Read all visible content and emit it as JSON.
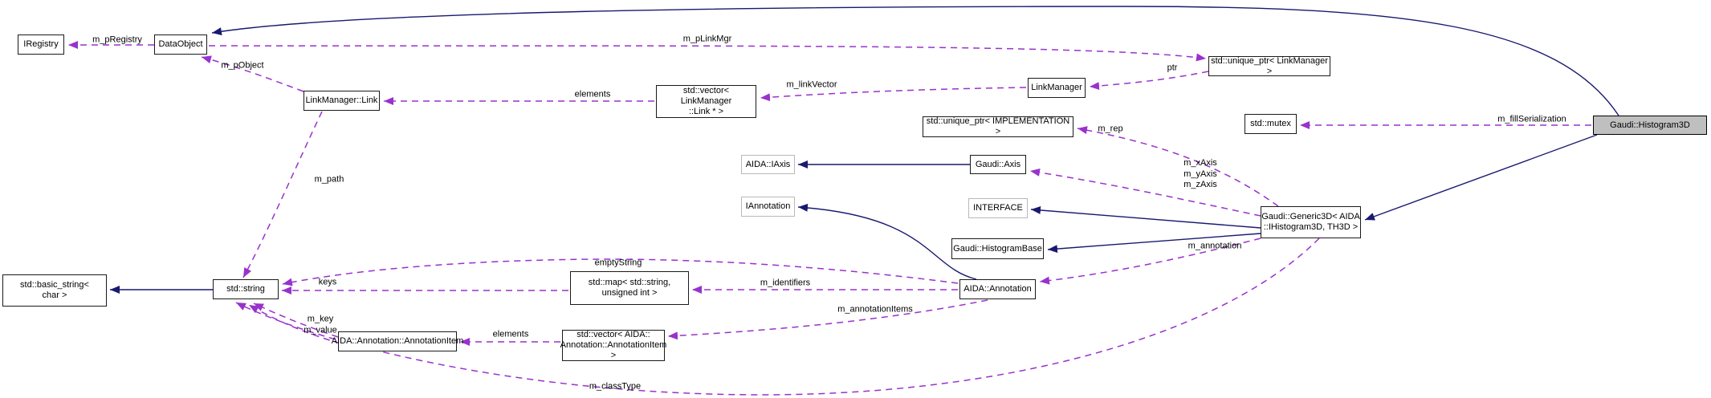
{
  "diagram": {
    "kind": "collaboration-graph",
    "focus_class": "Gaudi::Histogram3D",
    "colors": {
      "inheritance_edge": "#191970",
      "usage_edge": "#9932CC",
      "focus_node_fill": "#bfbfbf",
      "external_node_border": "#b9b9b9",
      "node_border": "#1a1a1a",
      "background": "#ffffff"
    }
  },
  "nodes": [
    {
      "label": "IRegistry"
    },
    {
      "label": "DataObject"
    },
    {
      "label": "LinkManager::Link"
    },
    {
      "label": "std::vector< LinkManager\n::Link * >"
    },
    {
      "label": "LinkManager"
    },
    {
      "label": "std::unique_ptr< LinkManager >"
    },
    {
      "label": "std::mutex"
    },
    {
      "label": "Gaudi::Histogram3D"
    },
    {
      "label": "std::unique_ptr< IMPLEMENTATION >"
    },
    {
      "label": "AIDA::IAxis"
    },
    {
      "label": "Gaudi::Axis"
    },
    {
      "label": "IAnnotation"
    },
    {
      "label": "INTERFACE"
    },
    {
      "label": "Gaudi::HistogramBase"
    },
    {
      "label": "Gaudi::Generic3D< AIDA\n::IHistogram3D, TH3D >"
    },
    {
      "label": "std::basic_string<\nchar >"
    },
    {
      "label": "std::string"
    },
    {
      "label": "std::map< std::string,\nunsigned int >"
    },
    {
      "label": "AIDA::Annotation"
    },
    {
      "label": "AIDA::Annotation::AnnotationItem"
    },
    {
      "label": "std::vector< AIDA::\nAnnotation::AnnotationItem >"
    }
  ],
  "edge_labels": [
    {
      "text": "m_pRegistry"
    },
    {
      "text": "m_pObject"
    },
    {
      "text": "m_pLinkMgr"
    },
    {
      "text": "elements"
    },
    {
      "text": "m_linkVector"
    },
    {
      "text": "ptr"
    },
    {
      "text": "m_fillSerialization"
    },
    {
      "text": "m_rep"
    },
    {
      "text": "m_xAxis\nm_yAxis\nm_zAxis"
    },
    {
      "text": "m_annotation"
    },
    {
      "text": "m_path"
    },
    {
      "text": "emptyString"
    },
    {
      "text": "keys"
    },
    {
      "text": "m_identifiers"
    },
    {
      "text": "m_key\nm_value"
    },
    {
      "text": "elements"
    },
    {
      "text": "m_annotationItems"
    },
    {
      "text": "m_classType"
    }
  ],
  "edges": [
    {
      "from": "DataObject",
      "to": "IRegistry",
      "label": "m_pRegistry",
      "type": "usage"
    },
    {
      "from": "LinkManager::Link",
      "to": "DataObject",
      "label": "m_pObject",
      "type": "usage"
    },
    {
      "from": "DataObject",
      "to": "std::unique_ptr< LinkManager >",
      "label": "m_pLinkMgr",
      "type": "usage"
    },
    {
      "from": "std::vector< LinkManager::Link * >",
      "to": "LinkManager::Link",
      "label": "elements",
      "type": "usage"
    },
    {
      "from": "LinkManager",
      "to": "std::vector< LinkManager::Link * >",
      "label": "m_linkVector",
      "type": "usage"
    },
    {
      "from": "std::unique_ptr< LinkManager >",
      "to": "LinkManager",
      "label": "ptr",
      "type": "usage"
    },
    {
      "from": "Gaudi::Histogram3D",
      "to": "std::mutex",
      "label": "m_fillSerialization",
      "type": "usage"
    },
    {
      "from": "Gaudi::Generic3D< AIDA::IHistogram3D, TH3D >",
      "to": "std::unique_ptr< IMPLEMENTATION >",
      "label": "m_rep",
      "type": "usage"
    },
    {
      "from": "Gaudi::Generic3D< AIDA::IHistogram3D, TH3D >",
      "to": "Gaudi::Axis",
      "label": "m_xAxis m_yAxis m_zAxis",
      "type": "usage"
    },
    {
      "from": "Gaudi::Generic3D< AIDA::IHistogram3D, TH3D >",
      "to": "AIDA::Annotation",
      "label": "m_annotation",
      "type": "usage"
    },
    {
      "from": "LinkManager::Link",
      "to": "std::string",
      "label": "m_path",
      "type": "usage"
    },
    {
      "from": "AIDA::Annotation",
      "to": "std::string",
      "label": "emptyString",
      "type": "usage"
    },
    {
      "from": "std::map< std::string, unsigned int >",
      "to": "std::string",
      "label": "keys",
      "type": "usage"
    },
    {
      "from": "AIDA::Annotation",
      "to": "std::map< std::string, unsigned int >",
      "label": "m_identifiers",
      "type": "usage"
    },
    {
      "from": "AIDA::Annotation::AnnotationItem",
      "to": "std::string",
      "label": "m_key m_value",
      "type": "usage"
    },
    {
      "from": "std::vector< AIDA::Annotation::AnnotationItem >",
      "to": "AIDA::Annotation::AnnotationItem",
      "label": "elements",
      "type": "usage"
    },
    {
      "from": "AIDA::Annotation",
      "to": "std::vector< AIDA::Annotation::AnnotationItem >",
      "label": "m_annotationItems",
      "type": "usage"
    },
    {
      "from": "Gaudi::Generic3D< AIDA::IHistogram3D, TH3D >",
      "to": "std::string",
      "label": "m_classType",
      "type": "usage"
    },
    {
      "from": "std::string",
      "to": "std::basic_string< char >",
      "type": "inheritance"
    },
    {
      "from": "Gaudi::Axis",
      "to": "AIDA::IAxis",
      "type": "inheritance"
    },
    {
      "from": "AIDA::Annotation",
      "to": "IAnnotation",
      "type": "inheritance"
    },
    {
      "from": "Gaudi::Generic3D< AIDA::IHistogram3D, TH3D >",
      "to": "INTERFACE",
      "type": "inheritance"
    },
    {
      "from": "Gaudi::Generic3D< AIDA::IHistogram3D, TH3D >",
      "to": "Gaudi::HistogramBase",
      "type": "inheritance"
    },
    {
      "from": "Gaudi::Histogram3D",
      "to": "Gaudi::Generic3D< AIDA::IHistogram3D, TH3D >",
      "type": "inheritance"
    },
    {
      "from": "Gaudi::Histogram3D",
      "to": "DataObject",
      "type": "inheritance"
    }
  ]
}
